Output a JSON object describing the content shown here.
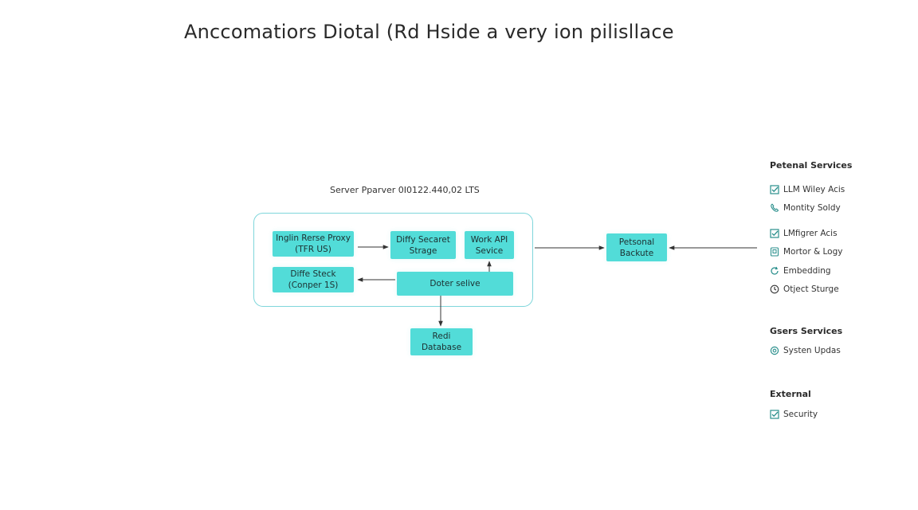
{
  "title": "Anccomatiors Diotal (Rd Hside a very ion pilisllace",
  "server_label": "Server Pparver 0I0122.440,02 LTS",
  "nodes": {
    "proxy": "Inglin Rerse Proxy\n(TFR US)",
    "storage": "Diffy Secaret\nStrage",
    "worker": "Work API\nSevice",
    "stack": "Diffe Steck\n(Conper 1S)",
    "docker": "Doter selive",
    "personal": "Petsonal\nBackute",
    "redis": "Redi\nDatabase"
  },
  "legend": {
    "groups": [
      {
        "heading": "Petenal Services",
        "items": [
          {
            "label": "LLM Wiley Acis",
            "icon": "checkbox-icon"
          },
          {
            "label": "Montity Soldy",
            "icon": "phone-icon"
          },
          {
            "label": "LMfigrer Acis",
            "icon": "checkbox-icon"
          },
          {
            "label": "Mortor & Logy",
            "icon": "document-icon"
          },
          {
            "label": "Embedding",
            "icon": "refresh-icon"
          },
          {
            "label": "Otject Sturge",
            "icon": "clock-icon"
          }
        ]
      },
      {
        "heading": "Gsers Services",
        "items": [
          {
            "label": "Systen Updas",
            "icon": "update-icon"
          }
        ]
      },
      {
        "heading": "External",
        "items": [
          {
            "label": "Security",
            "icon": "checkbox-icon"
          }
        ]
      }
    ]
  },
  "colors": {
    "node_fill": "#52dcd8",
    "container_border": "#7fd6db",
    "icon_color": "#2a8f8c",
    "edge_color": "#333333"
  }
}
